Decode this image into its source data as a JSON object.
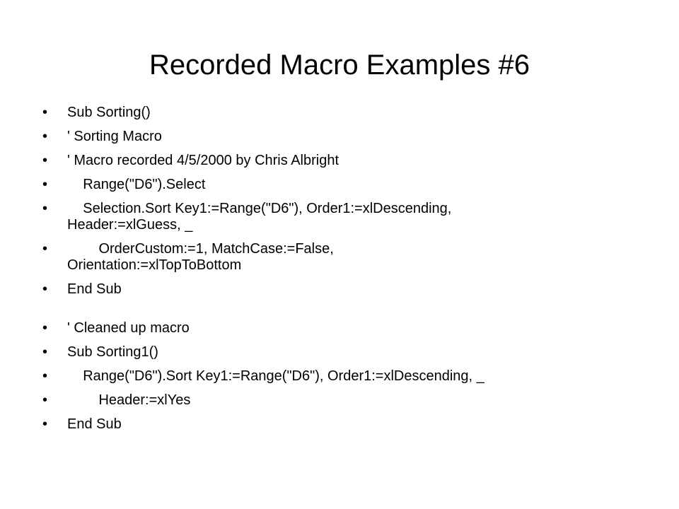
{
  "slide": {
    "title": "Recorded Macro Examples #6",
    "bullet_glyph": "•",
    "items": [
      {
        "text": "Sub Sorting()"
      },
      {
        "text": "' Sorting Macro"
      },
      {
        "text": "' Macro recorded 4/5/2000 by Chris Albright"
      },
      {
        "text": "    Range(\"D6\").Select"
      },
      {
        "text": "    Selection.Sort Key1:=Range(\"D6\"), Order1:=xlDescending,\nHeader:=xlGuess, _"
      },
      {
        "text": "        OrderCustom:=1, MatchCase:=False,\nOrientation:=xlTopToBottom"
      },
      {
        "text": "End Sub"
      },
      {
        "text": "' Cleaned up macro"
      },
      {
        "text": "Sub Sorting1()"
      },
      {
        "text": "    Range(\"D6\").Sort Key1:=Range(\"D6\"), Order1:=xlDescending, _"
      },
      {
        "text": "        Header:=xlYes"
      },
      {
        "text": "End Sub"
      }
    ]
  }
}
